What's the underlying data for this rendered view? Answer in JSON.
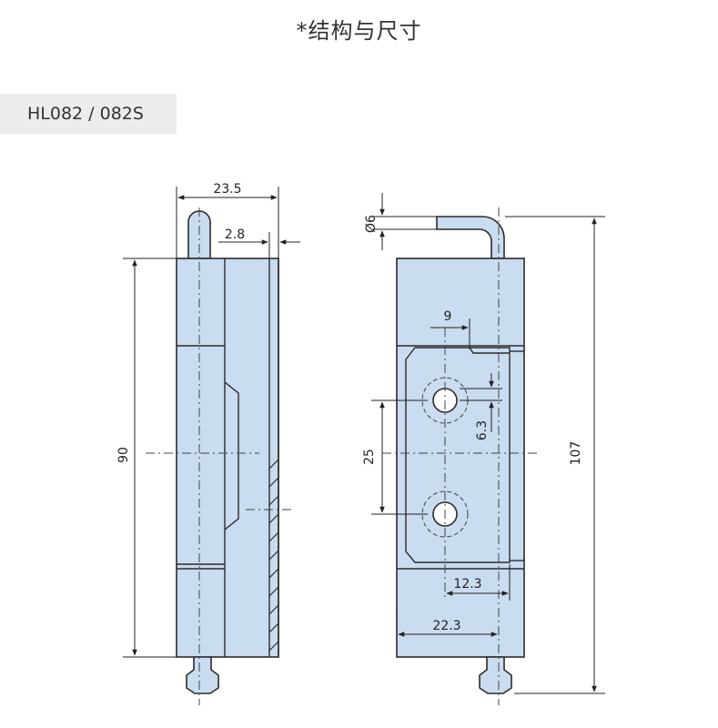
{
  "title": "*结构与尺寸",
  "model": "HL082 / 082S",
  "colors": {
    "part_fill": "#c9dcf0",
    "outline": "#2b2b2b",
    "tag_bg": "#ececec"
  },
  "dimensions": {
    "width_top": "23.5",
    "knuckle_offset": "2.8",
    "height_left": "90",
    "pin_diameter": "Ø6",
    "hole_pitch_x": "9",
    "hole_offset_y": "6.3",
    "hole_spacing": "25",
    "hole_edge": "12.3",
    "plate_width": "22.3",
    "total_height": "107"
  }
}
